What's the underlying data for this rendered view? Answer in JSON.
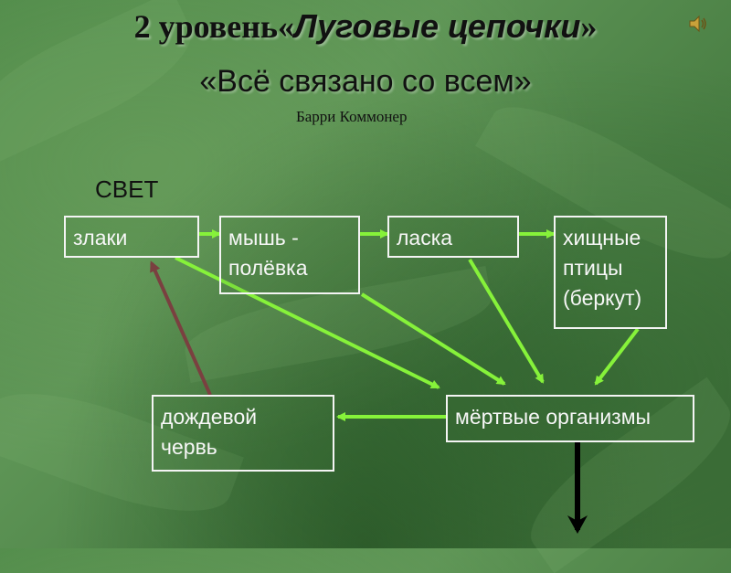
{
  "title": {
    "prefix": "2 уровень«",
    "emphasis": "Луговые цепочки",
    "suffix": "»"
  },
  "subtitle": "«Всё связано со всем»",
  "author": "Барри Коммонер",
  "light_label": "СВЕТ",
  "nodes": {
    "grass": "злаки",
    "mouse_line1": "мышь -",
    "mouse_line2": "полёвка",
    "weasel": "ласка",
    "birds_line1": "хищные",
    "birds_line2": "птицы",
    "birds_line3": "(беркут)",
    "worm_line1": "дождевой",
    "worm_line2": "червь",
    "dead": "мёртвые организмы"
  },
  "colors": {
    "arrow_green": "#86f23a",
    "arrow_brown": "#7a4040",
    "arrow_black": "#000000",
    "box_border": "#f4f4f4",
    "text_light": "#f7f7f7"
  },
  "icons": {
    "sound": "speaker-icon"
  }
}
